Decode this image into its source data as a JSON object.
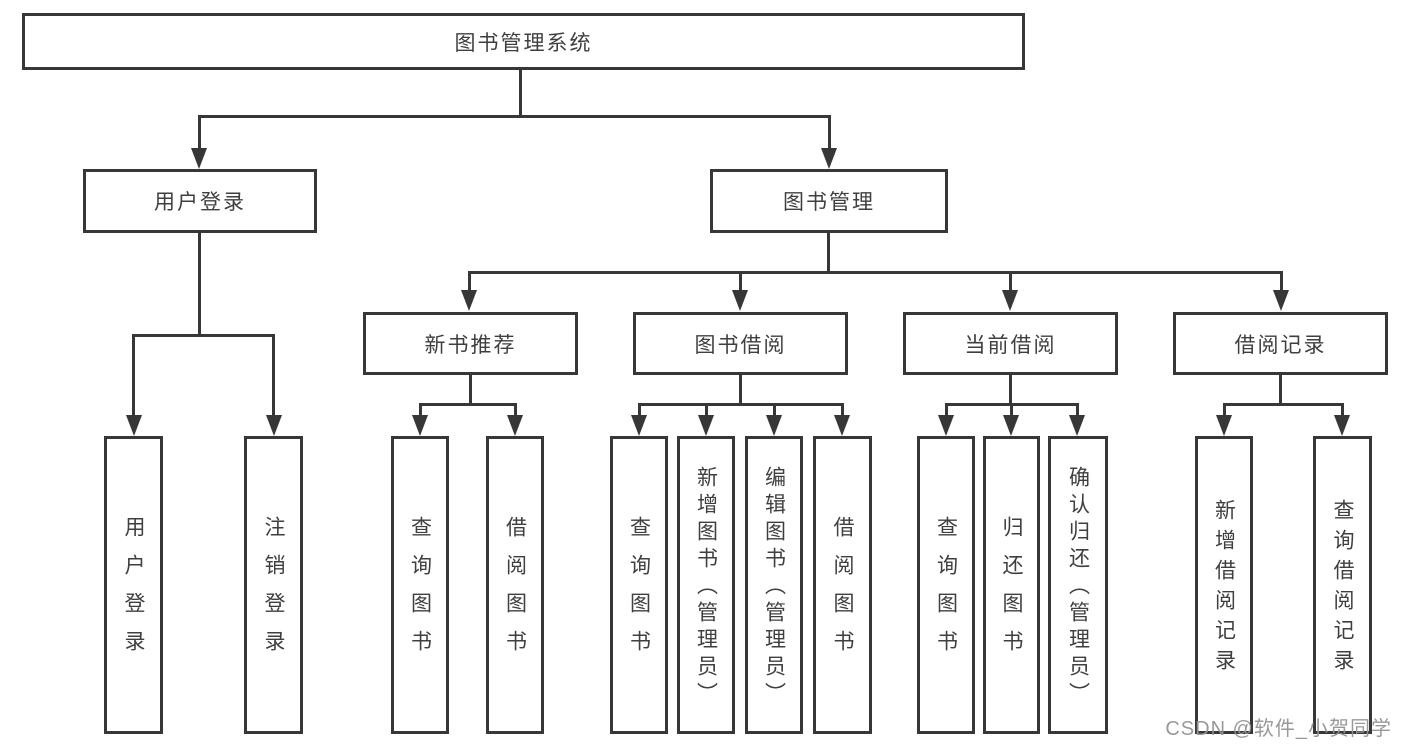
{
  "diagram": {
    "root": "图书管理系统",
    "level2": {
      "user_login": "用户登录",
      "book_mgmt": "图书管理"
    },
    "level3": {
      "new_books": "新书推荐",
      "borrowing": "图书借阅",
      "current": "当前借阅",
      "records": "借阅记录"
    },
    "leaves": {
      "login": "用户登录",
      "logout": "注销登录",
      "nb_query": "查询图书",
      "nb_borrow": "借阅图书",
      "bw_query": "查询图书",
      "bw_add": "新增图书（管理员）",
      "bw_edit": "编辑图书（管理员）",
      "bw_borrow": "借阅图书",
      "cur_query": "查询图书",
      "cur_return": "归还图书",
      "cur_confirm": "确认归还（管理员）",
      "rec_add": "新增借阅记录",
      "rec_query": "查询借阅记录"
    },
    "line_color": "#373737"
  },
  "watermark": {
    "text": "CSDN @软件_小贺同学"
  }
}
